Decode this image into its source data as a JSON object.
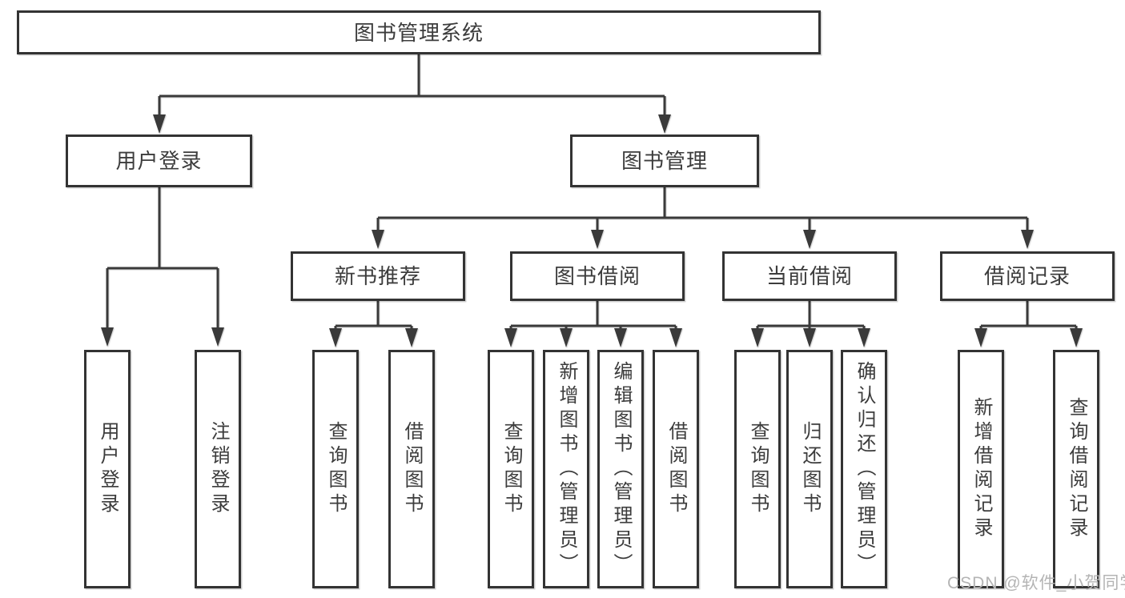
{
  "tree": {
    "root": {
      "label": "图书管理系统"
    },
    "children": [
      {
        "label": "用户登录",
        "children": [
          {
            "label": "用户登录"
          },
          {
            "label": "注销登录"
          }
        ]
      },
      {
        "label": "图书管理",
        "children": [
          {
            "label": "新书推荐",
            "children": [
              {
                "label": "查询图书"
              },
              {
                "label": "借阅图书"
              }
            ]
          },
          {
            "label": "图书借阅",
            "children": [
              {
                "label": "查询图书"
              },
              {
                "label": "新增图书（管理员）"
              },
              {
                "label": "编辑图书（管理员）"
              },
              {
                "label": "借阅图书"
              }
            ]
          },
          {
            "label": "当前借阅",
            "children": [
              {
                "label": "查询图书"
              },
              {
                "label": "归还图书"
              },
              {
                "label": "确认归还（管理员）"
              }
            ]
          },
          {
            "label": "借阅记录",
            "children": [
              {
                "label": "新增借阅记录"
              },
              {
                "label": "查询借阅记录"
              }
            ]
          }
        ]
      }
    ]
  },
  "watermark": {
    "text": "CSDN @软件_小贺同学"
  },
  "colors": {
    "line": "#3a3a3a",
    "border": "#333333",
    "text": "#3c3c3c",
    "watermark": "#b4b4b4"
  }
}
